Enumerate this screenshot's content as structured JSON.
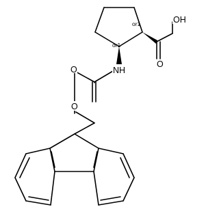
{
  "molecule": {
    "atom_labels": {
      "hydroxyl": "OH",
      "carbonyl_oxygen_acid": "O",
      "amine": "NH",
      "carbonyl_oxygen_carbamate": "O",
      "ester_oxygen": "O"
    },
    "stereo_descriptors": {
      "acid_carbon": "or1",
      "amine_carbon": "or1"
    }
  }
}
